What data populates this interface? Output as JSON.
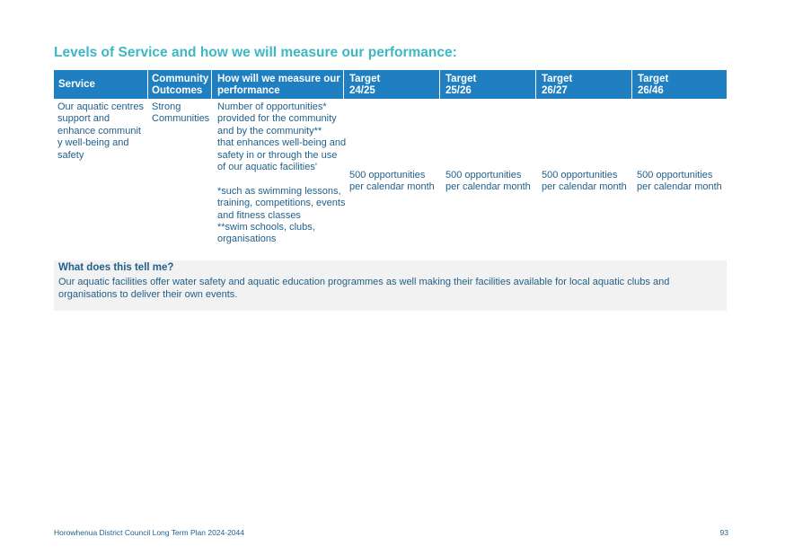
{
  "title": "Levels of Service and how we will measure our performance:",
  "table": {
    "headers": {
      "service": "Service",
      "outcomes_1": "Community",
      "outcomes_2": "Outcomes",
      "measure_1": "How will we measure our",
      "measure_2": "performance",
      "t1_a": "Target",
      "t1_b": "24/25",
      "t2_a": "Target",
      "t2_b": "25/26",
      "t3_a": "Target",
      "t3_b": "26/27",
      "t4_a": "Target",
      "t4_b": "26/46"
    },
    "row": {
      "service": [
        "Our aquatic centres",
        "support and",
        "enhance communit",
        "y well-being and",
        "safety"
      ],
      "outcomes": [
        "Strong",
        "Communities"
      ],
      "measure": [
        "Number of opportunities*",
        "provided for  the community",
        "and by the community**",
        "that enhances well-being and",
        "safety in or through the use",
        "of our aquatic facilities'",
        "",
        "*such as swimming lessons,",
        "training, competitions, events",
        "and fitness classes",
        "**swim schools, clubs,",
        "organisations"
      ],
      "target_1": [
        "500 opportunities",
        "per calendar month"
      ],
      "target_2": [
        "500 opportunities",
        "per calendar month"
      ],
      "target_3": [
        "500 opportunities",
        "per calendar month"
      ],
      "target_4": [
        "500 opportunities",
        "per calendar month"
      ]
    }
  },
  "tell": {
    "heading": "What does this tell me?",
    "body": "Our aquatic facilities offer water safety and aquatic education programmes as well making their facilities available for local aquatic clubs and organisations to deliver their own events."
  },
  "footer": {
    "text": "Horowhenua District Council Long Term Plan 2024-2044",
    "page": "93"
  }
}
